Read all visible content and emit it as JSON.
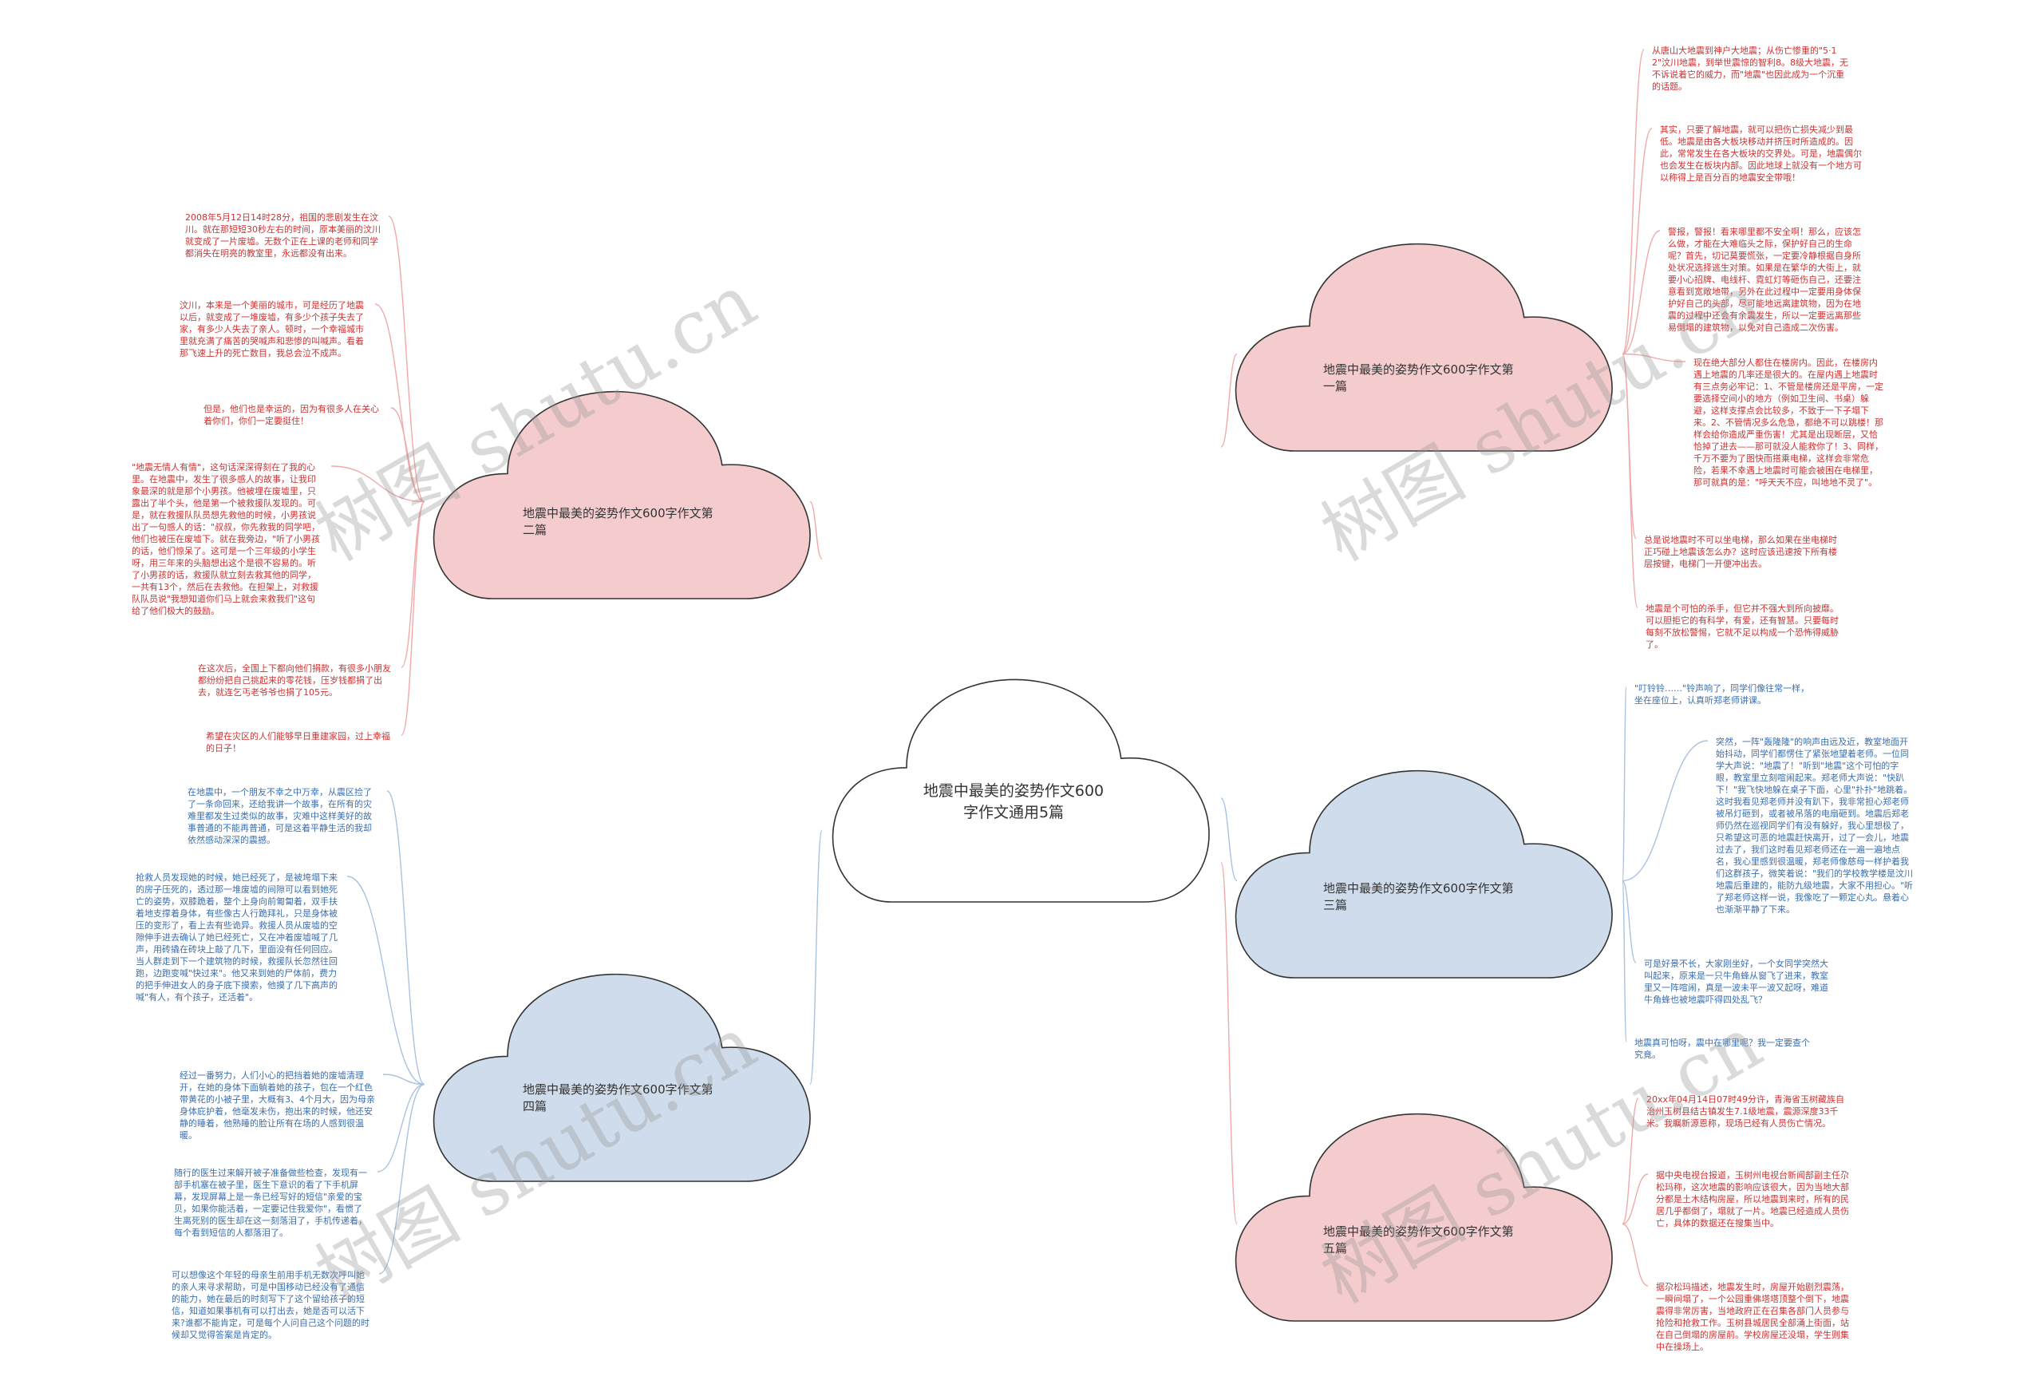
{
  "colors": {
    "red_fill": "#f5cccd",
    "blue_fill": "#cfdceb",
    "red_text": "#cc3333",
    "blue_text": "#3a6fb0",
    "red_line": "#f0a9a9",
    "blue_line": "#a9c2e0"
  },
  "watermark": "树图 shutu.cn",
  "center": {
    "title": "地震中最美的姿势作文600字作文通用5篇"
  },
  "branches": [
    {
      "id": "b1",
      "color": "red",
      "label": "地震中最美的姿势作文600字作文第一篇",
      "leaves": [
        "从唐山大地震到神户大地震；从伤亡惨重的\"5·12\"汶川地震，到举世震惊的智利8。8级大地震，无不诉说着它的威力，而\"地震\"也因此成为一个沉重的话题。",
        "其实，只要了解地震，就可以把伤亡损失减少到最低。地震是由各大板块移动并挤压时所造成的。因此，常常发生在各大板块的交界处。可是，地震偶尔也会发生在板块内部。因此地球上就没有一个地方可以称得上是百分百的地震安全带哦！",
        "警报，警报！看来哪里都不安全啊！那么，应该怎么做，才能在大难临头之际，保护好自己的生命呢？首先，切记莫要慌张，一定要冷静根据自身所处状况选择逃生对策。如果是在繁华的大街上，就要小心招牌、电线杆、霓虹灯等砸伤自己，还要注意看到宽敞地带，另外在此过程中一定要用身体保护好自己的头部，尽可能地远离建筑物，因为在地震的过程中还会有余震发生，所以一定要远离那些易倒塌的建筑物，以免对自己造成二次伤害。",
        "现在绝大部分人都住在楼房内。因此，在楼房内遇上地震的几率还是很大的。在屋内遇上地震时有三点务必牢记：1、不管是楼房还是平房，一定要选择空间小的地方（例如卫生间、书桌）躲避，这样支撑点会比较多，不致于一下子塌下来。2、不管情况多么危急，都绝不可以跳楼！那样会给你造成严重伤害！尤其是出现断层，又恰恰掉了进去——那可就没人能救你了！3、同样，千万不要为了图快而搭乘电梯，这样会非常危险，若果不幸遇上地震时可能会被困在电梯里，那可就真的是：\"呼天天不应，叫地地不灵了\"。",
        "总是说地震时不可以坐电梯，那么如果在坐电梯时正巧碰上地震该怎么办？这时应该迅速按下所有楼层按键，电梯门一开便冲出去。",
        "地震是个可怕的杀手，但它并不强大到所向披靡。可以胆拒它的有科学，有爱，还有智慧。只要每时每刻不放松警惕，它就不足以构成一个恐怖得威胁了。"
      ]
    },
    {
      "id": "b2",
      "color": "red",
      "label": "地震中最美的姿势作文600字作文第二篇",
      "leaves": [
        "2008年5月12日14时28分，祖国的悲剧发生在汶川。就在那短短30秒左右的时间，原本美丽的汶川就变成了一片废墟。无数个正在上课的老师和同学都消失在明亮的教室里，永远都没有出来。",
        "汶川，本来是一个美丽的城市，可是经历了地震以后，就变成了一堆废墟，有多少个孩子失去了家，有多少人失去了亲人。顿时，一个幸福城市里就充满了痛苦的哭喊声和悲惨的叫喊声。看着那飞速上升的死亡数目，我总会泣不成声。",
        "但是，他们也是幸运的，因为有很多人在关心着你们，你们一定要挺住！",
        "\"地震无情人有情\"，这句话深深得刻在了我的心里。在地震中，发生了很多感人的故事，让我印象最深的就是那个小男孩。他被埋在废墟里，只露出了半个头，他是第一个被救援队发现的。可是，就在救援队队员想先救他的时候，小男孩说出了一句感人的话：\"叔叔，你先救我的同学吧，他们也被压在废墟下。就在我旁边，\"听了小男孩的话，他们惊呆了。这可是一个三年级的小学生呀，用三年来的头脑想出这个是很不容易的。听了小男孩的话，救援队就立刻去救其他的同学，一共有13个，然后在去救他。在担架上，对救援队队员说\"我想知道你们马上就会来救我们\"这句给了他们极大的鼓励。",
        "在这次后，全国上下都向他们捐款，有很多小朋友都纷纷把自己挑起来的零花钱，压岁钱都捐了出去，就连乞丐老爷爷也捐了105元。",
        "希望在灾区的人们能够早日重建家园，过上幸福的日子！"
      ]
    },
    {
      "id": "b3",
      "color": "blue",
      "label": "地震中最美的姿势作文600字作文第三篇",
      "leaves": [
        "\"叮铃铃……\"铃声响了，同学们像往常一样，坐在座位上，认真听郑老师讲课。",
        "突然，一阵\"轰隆隆\"的响声由远及近，教室地面开始抖动，同学们都愣住了紧张地望着老师。一位同学大声说：\"地震了！\"听到\"地震\"这个可怕的字眼，教室里立刻喧闹起来。郑老师大声说：\"快趴下！\"我飞快地躲在桌子下面，心里\"扑扑\"地跳着。这时我看见郑老师并没有趴下，我非常担心郑老师被吊灯砸到，或者被吊落的电扇砸到。地震后郑老师仍然在巡视同学们有没有躲好，我心里想极了，只希望这可恶的地震赶快离开，过了一会儿，地震过去了，我们这时看见郑老师还在一遍一遍地点名，我心里感到很温暖，郑老师像慈母一样护着我们这群孩子，微笑着说：\"我们的学校教学楼是汶川地震后重建的，能防九级地震，大家不用担心。\"听了郑老师这样一说，我像吃了一颗定心丸。悬着心也渐渐平静了下来。",
        "可是好景不长，大家刚坐好，一个女同学突然大叫起来，原来是一只牛角蜂从窗飞了进来，教室里又一阵喧闹，真是一波未平一波又起呀，难道牛角蜂也被地震吓得四处乱飞？",
        "地震真可怕呀，震中在哪里呢？我一定要查个究竟。"
      ]
    },
    {
      "id": "b4",
      "color": "blue",
      "label": "地震中最美的姿势作文600字作文第四篇",
      "leaves": [
        "在地震中，一个朋友不幸之中万幸，从震区捡了了一条命回来，还给我讲一个故事，在所有的灾难里都发生过类似的故事，灾难中这样美好的故事普通的不能再普通，可是这着平静生活的我却依然感动深深的震撼。",
        "抢救人员发现她的时候，她已经死了，是被垮塌下来的房子压死的，透过那一堆废墟的间隙可以看到她死亡的姿势，双膝跪着，整个上身向前匍匐着，双手扶着地支撑着身体，有些像古人行跪拜礼，只是身体被压的变形了，看上去有些诡异。救援人员从废墟的空隙伸手进去确认了她已经死亡，又在冲着废墟喊了几声，用砖撬在砖块上敲了几下，里面没有任何回应。当人群走到下一个建筑物的时候，救援队长忽然往回跑，边跑变喊\"快过来\"。他又来到她的尸体前，费力的把手伸进女人的身子底下摸索，他摸了几下高声的喊\"有人，有个孩子，还活着\"。",
        "经过一番努力，人们小心的把挡着她的废墟清理开，在她的身体下面躺着她的孩子，包在一个红色带黄花的小被子里，大概有3、4个月大，因为母亲身体庇护着，他毫发未伤，抱出来的时候，他还安静的睡着，他熟睡的脸让所有在场的人感到很温暖。",
        "随行的医生过来解开被子准备做些检查，发现有一部手机塞在被子里，医生下意识的看了下手机屏幕，发现屏幕上是一条已经写好的短信\"亲爱的宝贝，如果你能活着，一定要记住我爱你\"，看惯了生离死别的医生却在这一刻落泪了，手机传递着，每个看到短信的人都落泪了。",
        "可以想像这个年轻的母亲生前用手机无数次呼叫她的亲人来寻求帮助，可是中国移动已经没有了通信的能力，她在最后的时刻写下了这个留给孩子的短信，知道如果事机有可以打出去，她是否可以活下来?谁都不能肯定，可是每个人问自己这个问题的时候却又觉得答案是肯定的。"
      ]
    },
    {
      "id": "b5",
      "color": "red",
      "label": "地震中最美的姿势作文600字作文第五篇",
      "leaves": [
        "20xx年04月14日07时49分许，青海省玉树藏族自治州玉树县结古镇发生7.1级地震，震源深度33千米。我瞩新源恩称，现场已经有人员伤亡情况。",
        "据中央电视台报道，玉树州电视台新闻部副主任尕松玛称，这次地震的影响应该很大，因为当地大部分都是土木结构房屋，所以地震到来时，所有的民居几乎都倒了，塌就了一片。地震已经造成人员伤亡，具体的数据还在搜集当中。",
        "据尕松玛描述，地震发生时，房屋开始剧烈震荡，一瞬间塌了，一个公园重佛塔塔顶整个倒下，地震震得非常厉害，当地政府正在召集各部门人员参与抢险和抢救工作。玉树县城居民全部涌上街面，站在自己倒塌的房屋前。学校房屋还没塌，学生则集中在操场上。"
      ]
    }
  ]
}
